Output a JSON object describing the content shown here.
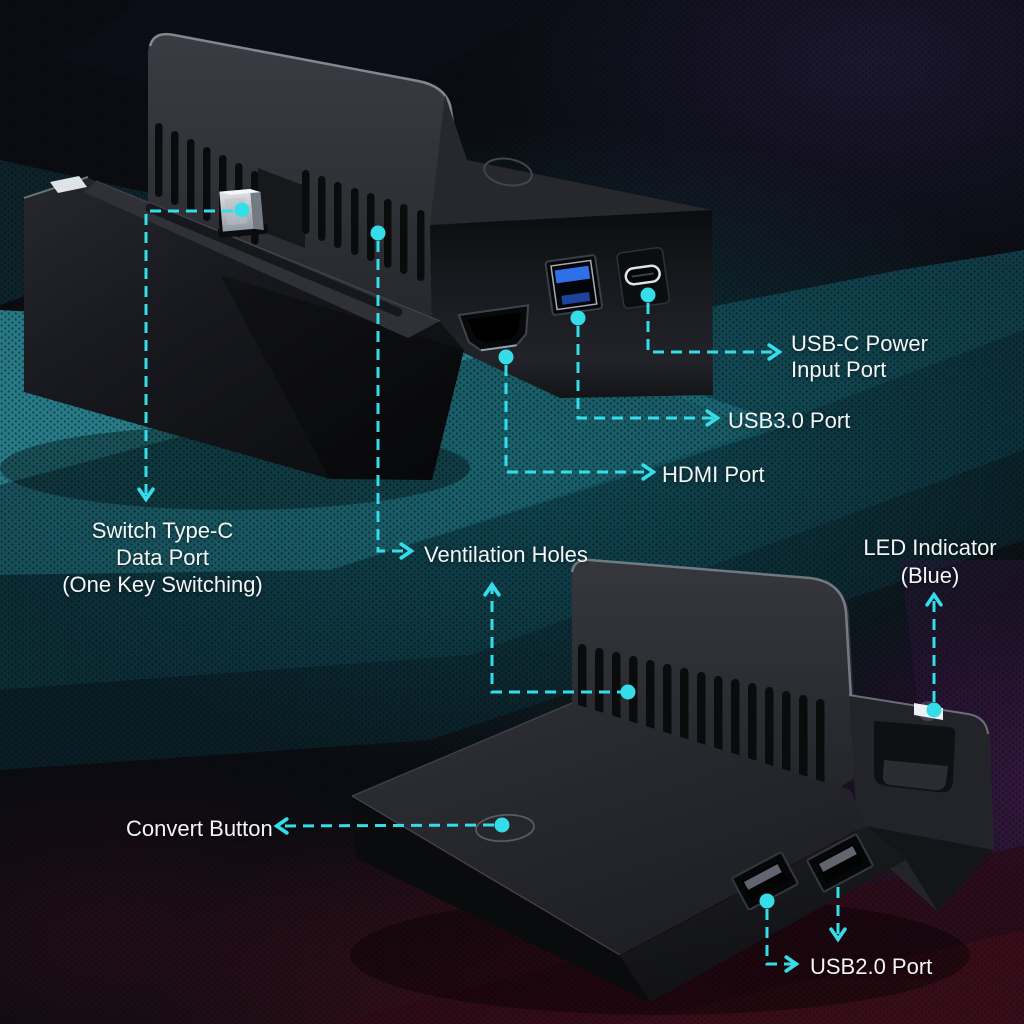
{
  "callouts": {
    "switch_type_c": {
      "line1": "Switch Type-C",
      "line2": "Data Port",
      "line3": "(One Key Switching)"
    },
    "ventilation": {
      "label": "Ventilation Holes"
    },
    "hdmi": {
      "label": "HDMI Port"
    },
    "usb3": {
      "label": "USB3.0 Port"
    },
    "usb_c_power": {
      "line1": "USB-C Power",
      "line2": "Input Port"
    },
    "led": {
      "line1": "LED Indicator",
      "line2": "(Blue)"
    },
    "convert": {
      "label": "Convert Button"
    },
    "usb2": {
      "label": "USB2.0 Port"
    }
  },
  "colors": {
    "accent": "#35dde8",
    "text": "#f3f5f7",
    "usb3_blue": "#2f6fe8",
    "led_white": "#edf1f5",
    "teal_band": "#1e7380",
    "maroon": "#2f0b17",
    "purple": "#2c1638",
    "background": "#0a0c11"
  }
}
